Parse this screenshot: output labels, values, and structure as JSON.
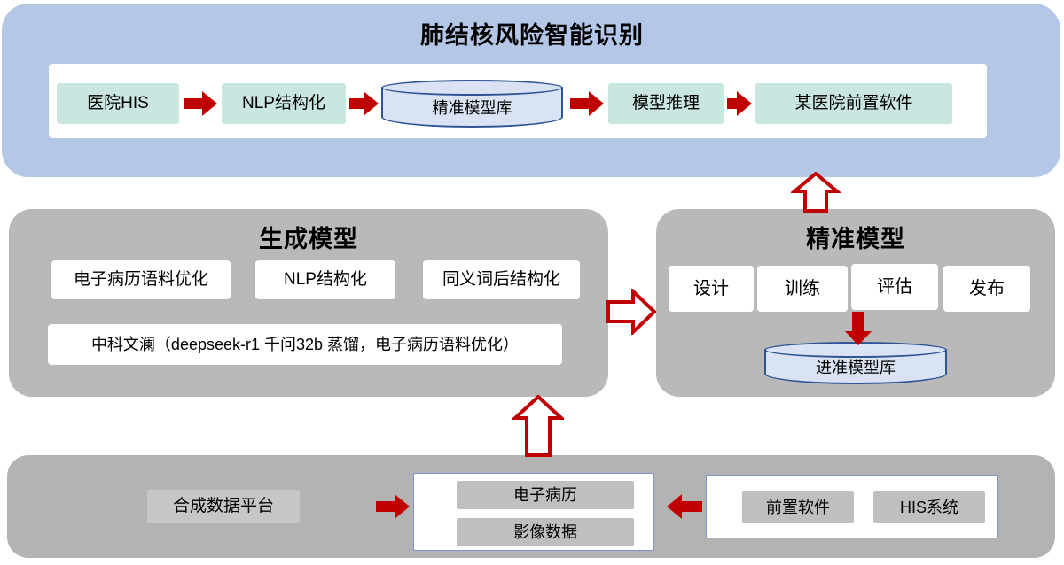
{
  "colors": {
    "accent_red": "#c00000",
    "top_section_bg": "#b4c7e7",
    "gray_section_bg": "#b9b9b9",
    "bottom_section_bg": "#b3b3b3",
    "node_teal_bg": "#c9e6e0",
    "cylinder_fill": "#dae3f3",
    "cylinder_border": "#2f5597"
  },
  "top_section": {
    "title": "肺结核风险智能识别",
    "nodes": {
      "hospital_his": "医院HIS",
      "nlp_structuring": "NLP结构化",
      "model_db": "精准模型库",
      "model_inference": "模型推理",
      "hospital_frontend": "某医院前置软件"
    }
  },
  "generate_section": {
    "title": "生成模型",
    "emr_corpus": "电子病历语料优化",
    "nlp_structuring": "NLP结构化",
    "synonym_structuring": "同义词后结构化",
    "wenlan": "中科文澜（deepseek-r1 千问32b 蒸馏，电子病历语料优化）"
  },
  "precision_section": {
    "title": "精准模型",
    "steps": [
      "设计",
      "训练",
      "评估",
      "发布"
    ],
    "model_db": "进准模型库"
  },
  "bottom_section": {
    "synthetic_platform": "合成数据平台",
    "emr": "电子病历",
    "imaging": "影像数据",
    "frontend": "前置软件",
    "his": "HIS系统"
  }
}
